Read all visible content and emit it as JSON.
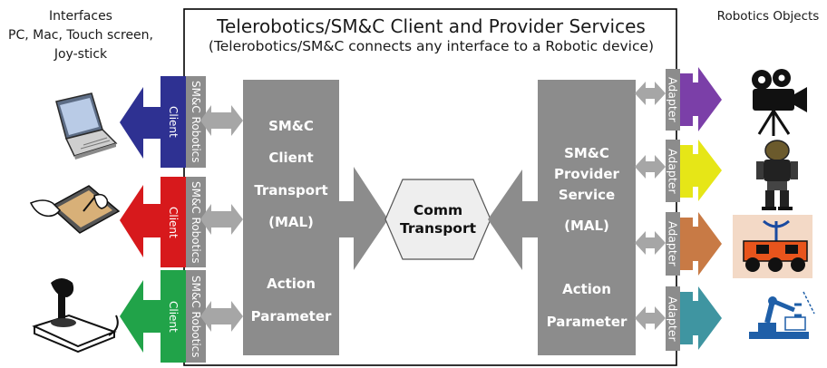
{
  "left_heading": {
    "line1": "Interfaces",
    "line2": "PC, Mac, Touch screen,",
    "line3": "Joy-stick"
  },
  "right_heading": "Robotics Objects",
  "main_box": {
    "title": "Telerobotics/SM&C Client and Provider Services",
    "subtitle": "(Telerobotics/SM&C connects any interface to a Robotic device)"
  },
  "client_rows": [
    {
      "client_label": "Client",
      "robotics_label": "SM&C Robotics",
      "color": "#2e3192",
      "icon": "laptop-icon"
    },
    {
      "client_label": "Client",
      "robotics_label": "SM&C Robotics",
      "color": "#d7191c",
      "icon": "tablet-pen-icon"
    },
    {
      "client_label": "Client",
      "robotics_label": "SM&C Robotics",
      "color": "#21a349",
      "icon": "joystick-icon"
    }
  ],
  "client_transport": {
    "line1": "SM&C",
    "line2": "Client",
    "line3": "Transport",
    "line4": "(MAL)",
    "line5": "Action",
    "line6": "Parameter"
  },
  "comm_transport": {
    "line1": "Comm",
    "line2": "Transport"
  },
  "provider_service": {
    "line1": "SM&C",
    "line2": "Provider",
    "line3": "Service",
    "line4": "(MAL)",
    "line5": "Action",
    "line6": "Parameter"
  },
  "adapters": [
    {
      "label": "Adapter",
      "color": "#7b3fa8",
      "icon": "movie-camera-icon"
    },
    {
      "label": "Adapter",
      "color": "#e6e617",
      "icon": "robot-icon"
    },
    {
      "label": "Adapter",
      "color": "#c87a45",
      "icon": "rover-icon"
    },
    {
      "label": "Adapter",
      "color": "#3f95a1",
      "icon": "robotic-arm-icon"
    }
  ],
  "colors": {
    "block_gray": "#8c8c8c",
    "block_gray_light": "#a6a6a6",
    "hex_fill": "#eeeeee"
  }
}
